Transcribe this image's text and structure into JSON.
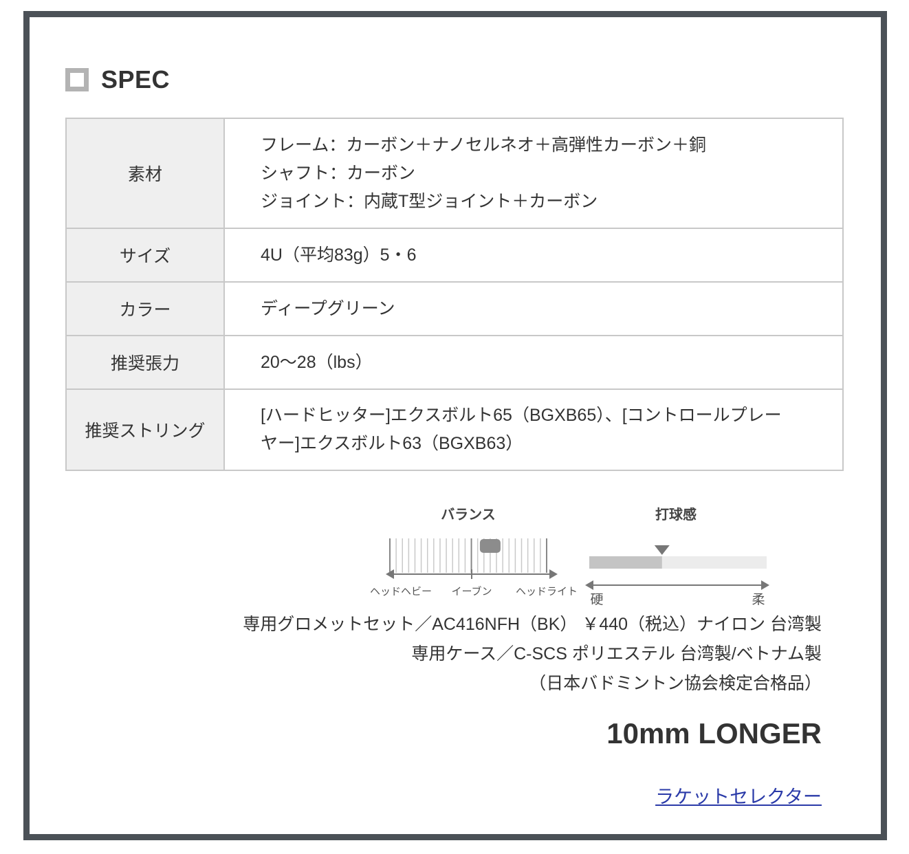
{
  "heading": {
    "title": "SPEC"
  },
  "spec_rows": [
    {
      "label": "素材",
      "lines": [
        "フレーム：カーボン＋ナノセルネオ＋高弾性カーボン＋銅",
        "シャフト：カーボン",
        "ジョイント：内蔵T型ジョイント＋カーボン"
      ]
    },
    {
      "label": "サイズ",
      "lines": [
        "4U（平均83g）5・6"
      ]
    },
    {
      "label": "カラー",
      "lines": [
        "ディープグリーン"
      ]
    },
    {
      "label": "推奨張力",
      "lines": [
        "20〜28（lbs）"
      ]
    },
    {
      "label": "推奨ストリング",
      "lines": [
        "[ハードヒッター]エクスボルト65（BGXB65）、[コントロールプレー",
        "ヤー]エクスボルト63（BGXB63）"
      ]
    }
  ],
  "balance_chart": {
    "title": "バランス",
    "left_label": "ヘッドヘビー",
    "center_label": "イーブン",
    "right_label": "ヘッドライト",
    "position_percent": 64
  },
  "feel_chart": {
    "title": "打球感",
    "left_label": "硬",
    "right_label": "柔",
    "position_percent": 41
  },
  "info_lines": [
    "専用グロメットセット／AC416NFH（BK） ￥440（税込）ナイロン 台湾製",
    "専用ケース／C-SCS ポリエステル 台湾製/ベトナム製",
    "（日本バドミントン協会検定合格品）"
  ],
  "tagline": "10mm LONGER",
  "selector_link": "ラケットセレクター",
  "colors": {
    "frame": "#4b5157",
    "header_cell": "#efefef",
    "border": "#c8c8c8",
    "link": "#2a3aa8",
    "text": "#333333"
  }
}
